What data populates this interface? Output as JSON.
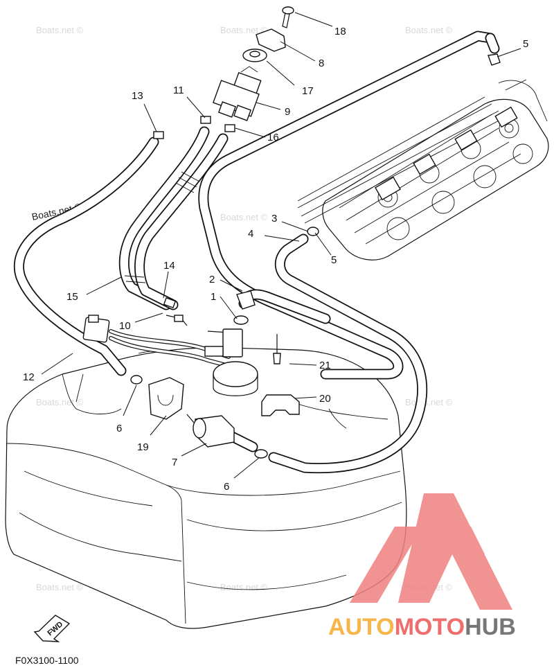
{
  "diagram_code": "F0X3100-1100",
  "watermark_text": "Boats.net ©",
  "forward_label": "FWD",
  "brand": {
    "part1": "AUTO",
    "part2": "MOTO",
    "part3": "HUB",
    "color1": "#f7b54a",
    "color2": "#ee6e6e",
    "color3": "#777777",
    "logo_color": "#f08080"
  },
  "callouts": {
    "c1": "1",
    "c2": "2",
    "c3": "3",
    "c4": "4",
    "c5a": "5",
    "c5b": "5",
    "c6a": "6",
    "c6b": "6",
    "c7": "7",
    "c8": "8",
    "c9": "9",
    "c10": "10",
    "c11": "11",
    "c12": "12",
    "c13": "13",
    "c14": "14",
    "c15": "15",
    "c16": "16",
    "c17": "17",
    "c18": "18",
    "c19": "19",
    "c20": "20",
    "c21": "21"
  }
}
